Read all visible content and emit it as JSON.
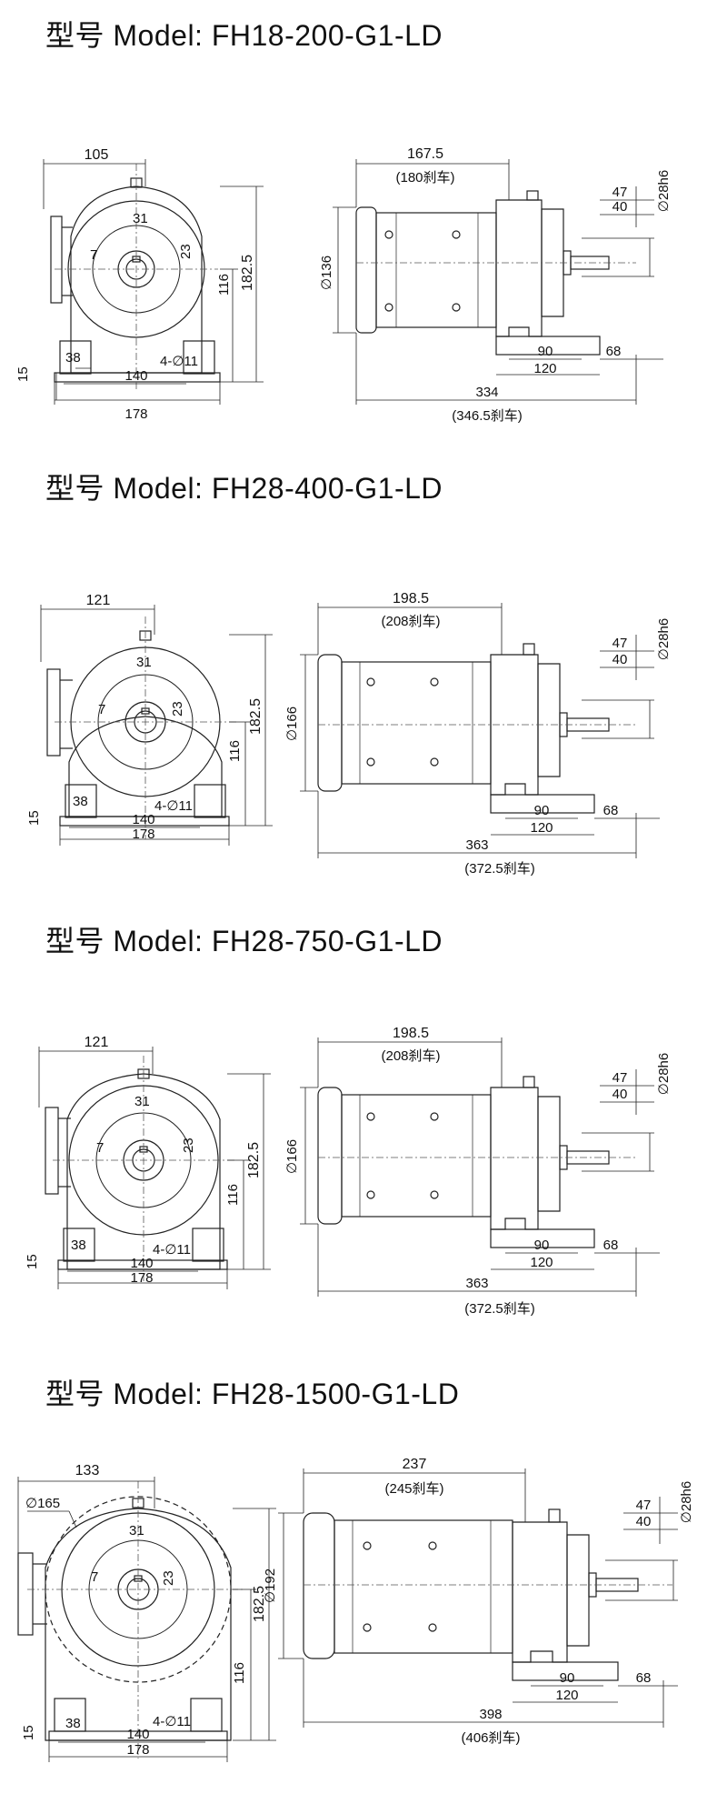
{
  "models": [
    {
      "title": "型号 Model: FH18-200-G1-LD",
      "front": {
        "width": "105",
        "height": "182.5",
        "shaft_center_height": "116",
        "key_width": "7",
        "shaft_height": "31",
        "key_depth": "23",
        "base_height": "15",
        "foot_edge": "38",
        "hole_spacing": "140",
        "holes": "4-∅11",
        "base_width": "178",
        "flange_dia": ""
      },
      "side": {
        "motor_length": "167.5",
        "motor_length_brake": "(180刹车)",
        "motor_dia": "∅136",
        "shaft_len_outer": "47",
        "shaft_len_inner": "40",
        "shaft_dia": "∅28h6",
        "foot_span": "90",
        "foot_base": "120",
        "shaft_offset": "68",
        "total_length": "334",
        "total_length_brake": "(346.5刹车)"
      }
    },
    {
      "title": "型号 Model: FH28-400-G1-LD",
      "front": {
        "width": "121",
        "height": "182.5",
        "shaft_center_height": "116",
        "key_width": "7",
        "shaft_height": "31",
        "key_depth": "23",
        "base_height": "15",
        "foot_edge": "38",
        "hole_spacing": "140",
        "holes": "4-∅11",
        "base_width": "178",
        "flange_dia": ""
      },
      "side": {
        "motor_length": "198.5",
        "motor_length_brake": "(208刹车)",
        "motor_dia": "∅166",
        "shaft_len_outer": "47",
        "shaft_len_inner": "40",
        "shaft_dia": "∅28h6",
        "foot_span": "90",
        "foot_base": "120",
        "shaft_offset": "68",
        "total_length": "363",
        "total_length_brake": "(372.5刹车)"
      }
    },
    {
      "title": "型号 Model: FH28-750-G1-LD",
      "front": {
        "width": "121",
        "height": "182.5",
        "shaft_center_height": "116",
        "key_width": "7",
        "shaft_height": "31",
        "key_depth": "23",
        "base_height": "15",
        "foot_edge": "38",
        "hole_spacing": "140",
        "holes": "4-∅11",
        "base_width": "178",
        "flange_dia": ""
      },
      "side": {
        "motor_length": "198.5",
        "motor_length_brake": "(208刹车)",
        "motor_dia": "∅166",
        "shaft_len_outer": "47",
        "shaft_len_inner": "40",
        "shaft_dia": "∅28h6",
        "foot_span": "90",
        "foot_base": "120",
        "shaft_offset": "68",
        "total_length": "363",
        "total_length_brake": "(372.5刹车)"
      }
    },
    {
      "title": "型号 Model: FH28-1500-G1-LD",
      "front": {
        "width": "133",
        "height": "182.5",
        "shaft_center_height": "116",
        "key_width": "7",
        "shaft_height": "31",
        "key_depth": "23",
        "base_height": "15",
        "foot_edge": "38",
        "hole_spacing": "140",
        "holes": "4-∅11",
        "base_width": "178",
        "flange_dia": "∅165"
      },
      "side": {
        "motor_length": "237",
        "motor_length_brake": "(245刹车)",
        "motor_dia": "∅192",
        "shaft_len_outer": "47",
        "shaft_len_inner": "40",
        "shaft_dia": "∅28h6",
        "foot_span": "90",
        "foot_base": "120",
        "shaft_offset": "68",
        "total_length": "398",
        "total_length_brake": "(406刹车)"
      }
    }
  ]
}
